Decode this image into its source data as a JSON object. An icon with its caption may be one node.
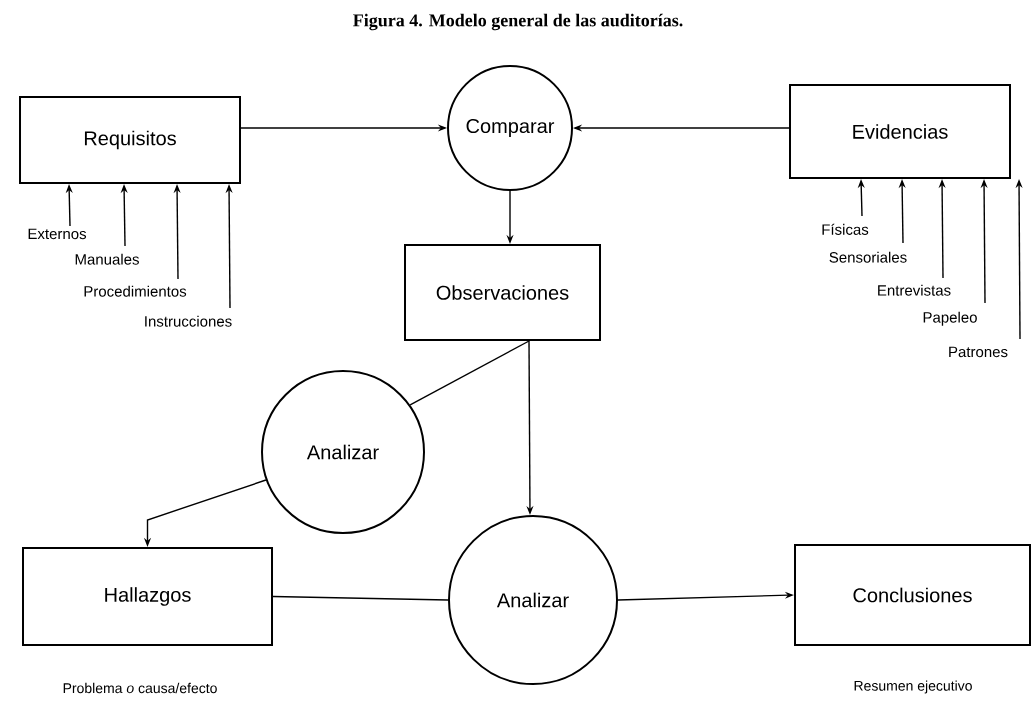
{
  "diagram": {
    "title": "Figura 4. Modelo general de las auditorías.",
    "nodes": [
      {
        "text": [
          "Requisitos"
        ]
      },
      {
        "text": [
          "Comparar"
        ]
      },
      {
        "text": [
          "Evidencias"
        ]
      },
      {
        "text": [
          "Externos"
        ]
      },
      {
        "text": [
          "Manuales"
        ]
      },
      {
        "text": [
          "Procedimientos"
        ]
      },
      {
        "text": [
          "Instrucciones"
        ]
      },
      {
        "text": [
          "Físicas"
        ]
      },
      {
        "text": [
          "Sensoriales"
        ]
      },
      {
        "text": [
          "Entrevistas"
        ]
      },
      {
        "text": [
          "Papeleo"
        ]
      },
      {
        "text": [
          "Patrones"
        ]
      },
      {
        "text": [
          "Observaciones"
        ]
      },
      {
        "text": [
          "Analizar"
        ]
      },
      {
        "text": [
          "Hallazgos"
        ],
        "beside": [
          "Problema *o* causa/efecto"
        ]
      },
      {
        "text": [
          "Analizar"
        ]
      },
      {
        "text": [
          "Conclusiones"
        ],
        "beside": [
          "Resumen ejecutivo"
        ]
      }
    ],
    "edges": [
      {
        "from": 0,
        "to": 1,
        "arrow": "to"
      },
      {
        "from": 2,
        "to": 1,
        "arrow": "to"
      },
      {
        "from": 3,
        "to": 0,
        "arrow": "to"
      },
      {
        "from": 4,
        "to": 0,
        "arrow": "to"
      },
      {
        "from": 5,
        "to": 0,
        "arrow": "to"
      },
      {
        "from": 6,
        "to": 0,
        "arrow": "to"
      },
      {
        "from": 7,
        "to": 2,
        "arrow": "to"
      },
      {
        "from": 8,
        "to": 2,
        "arrow": "to"
      },
      {
        "from": 9,
        "to": 2,
        "arrow": "to"
      },
      {
        "from": 10,
        "to": 2,
        "arrow": "to"
      },
      {
        "from": 11,
        "to": 2,
        "arrow": "to"
      },
      {
        "from": 1,
        "to": 12,
        "arrow": "to"
      },
      {
        "from": 12,
        "to": 13,
        "arrow": "none"
      },
      {
        "from": 12,
        "to": 15,
        "arrow": "to"
      },
      {
        "from": 13,
        "to": 14,
        "arrow": "to"
      },
      {
        "from": 14,
        "to": 15,
        "arrow": "none"
      },
      {
        "from": 15,
        "to": 16,
        "arrow": "to"
      }
    ]
  }
}
